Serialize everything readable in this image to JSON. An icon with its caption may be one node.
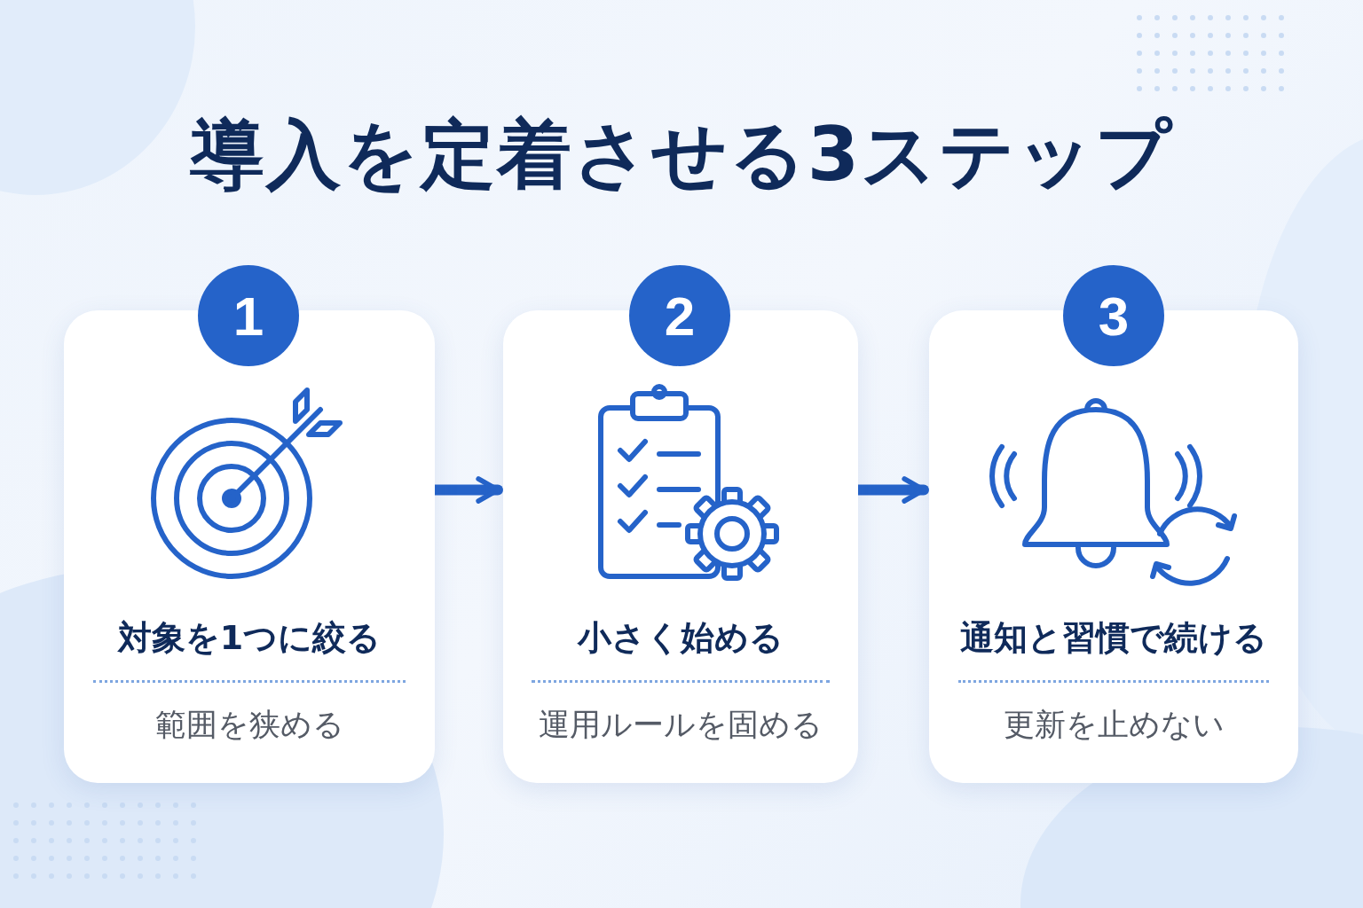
{
  "diagram": {
    "title": "導入を定着させる3ステップ",
    "nodes": [
      {
        "text": [
          "1"
        ]
      },
      {
        "text": [
          "対象を1つに絞る",
          "範囲を狭める"
        ]
      },
      {
        "text": [
          "2"
        ]
      },
      {
        "text": [
          "小さく始める",
          "運用ルールを固める"
        ]
      },
      {
        "text": [
          "3"
        ]
      },
      {
        "text": [
          "通知と習慣で続ける",
          "更新を止めない"
        ]
      }
    ],
    "edges": [
      {
        "from": 1,
        "to": 3,
        "arrow": "to"
      },
      {
        "from": 3,
        "to": 5,
        "arrow": "to"
      }
    ]
  }
}
